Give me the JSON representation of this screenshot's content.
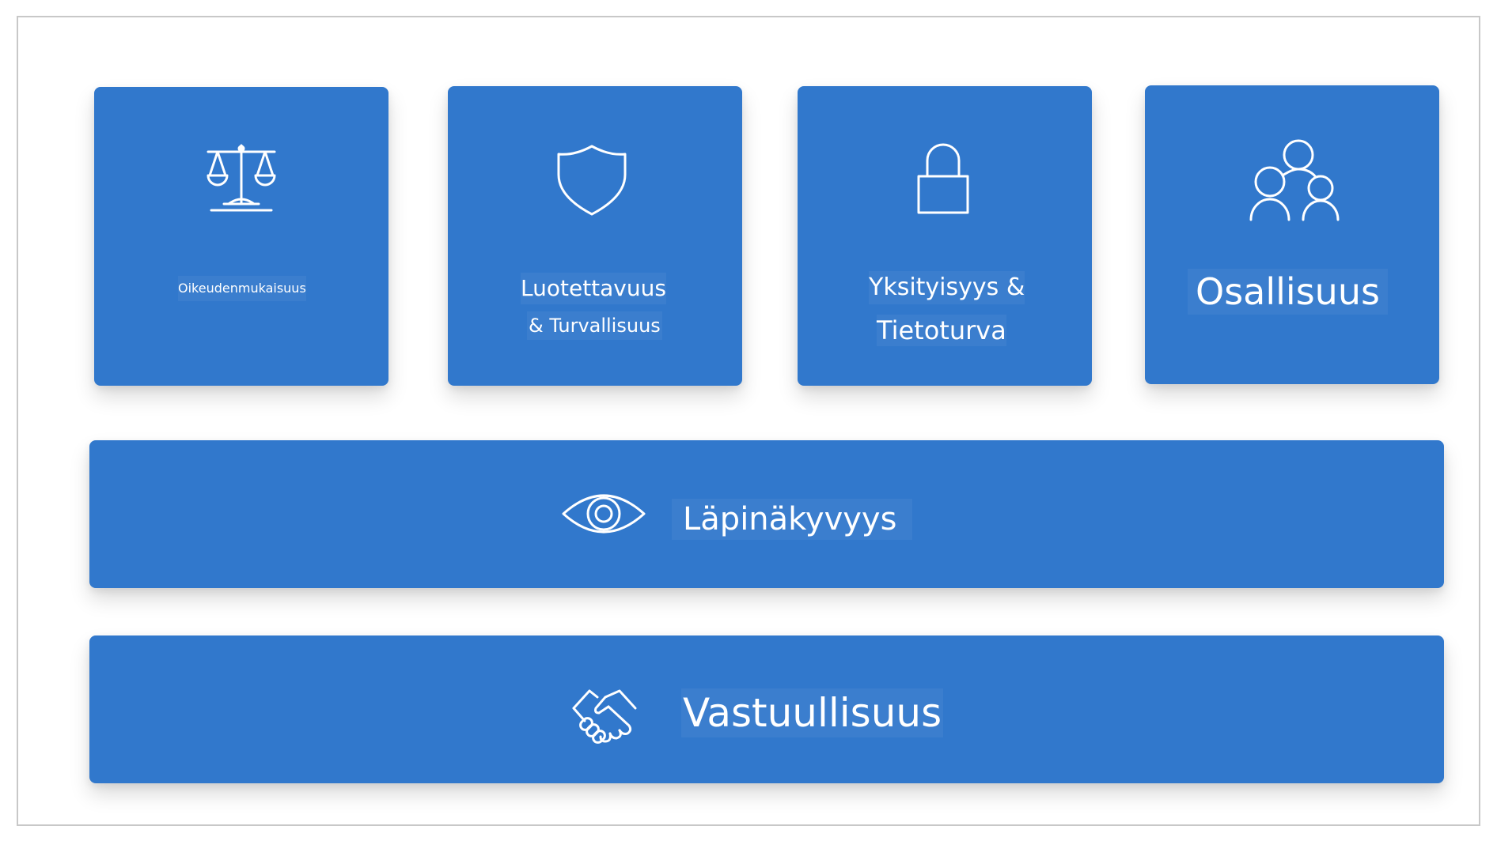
{
  "principles": {
    "fairness": {
      "label": "Oikeudenmukaisuus",
      "icon": "scales-of-justice-icon"
    },
    "reliability_safety": {
      "label_line1": "Luotettavuus",
      "label_line2": "& Turvallisuus",
      "icon": "shield-icon"
    },
    "privacy_security": {
      "label_line1": "Yksityisyys &",
      "label_line2": "Tietoturva",
      "icon": "padlock-icon"
    },
    "inclusiveness": {
      "label": "Osallisuus",
      "icon": "people-group-icon"
    },
    "transparency": {
      "label": "Läpinäkyvyys",
      "icon": "eye-icon"
    },
    "accountability": {
      "label": "Vastuullisuus",
      "icon": "handshake-icon"
    }
  },
  "colors": {
    "tile": "#3178cc",
    "text": "#ffffff",
    "frame_border": "#c8c8c8"
  }
}
